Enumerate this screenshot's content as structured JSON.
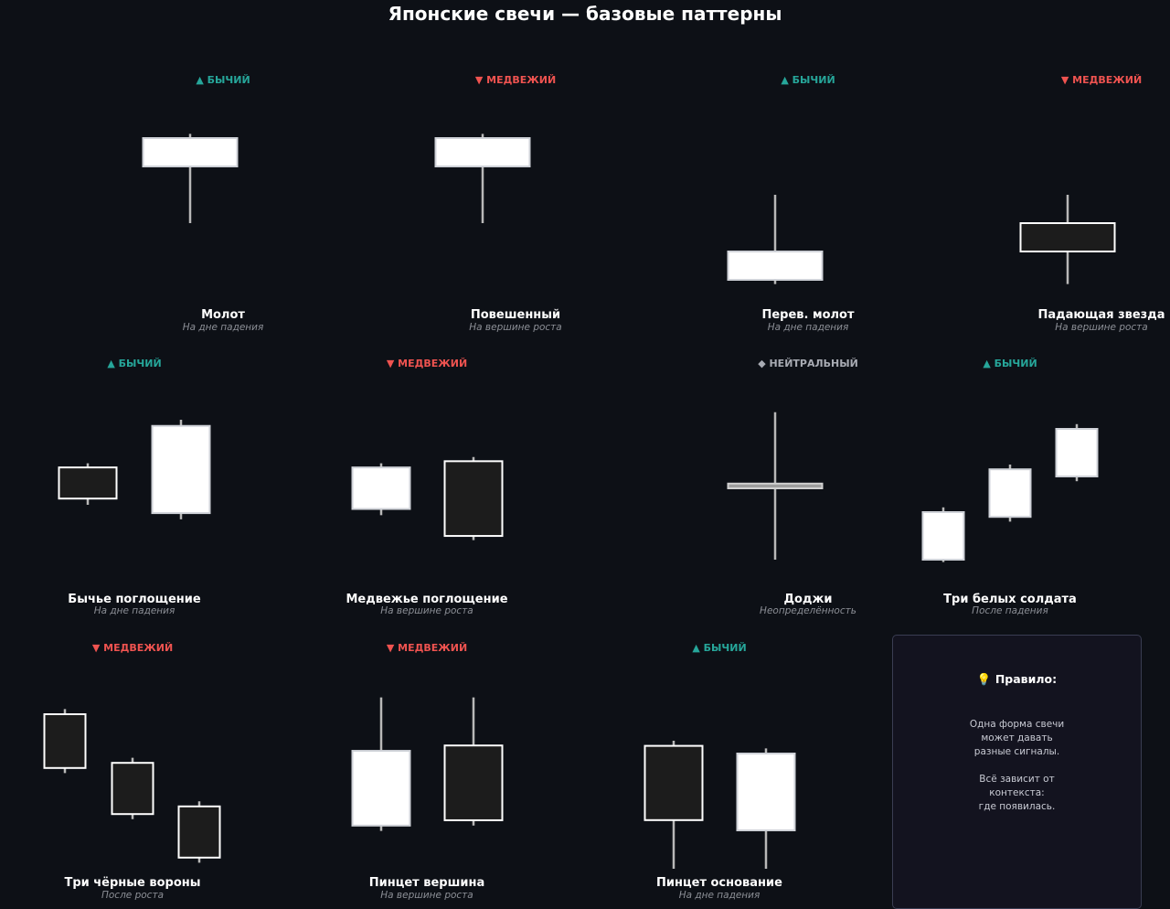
{
  "title": "Японские свечи — базовые паттерны",
  "colors": {
    "background": "#0d1016",
    "bullish": "#26a69a",
    "bearish": "#ef5350",
    "neutral": "#a8abb3",
    "white_candle": "#ffffff",
    "black_candle": "#1c1c1c",
    "doji_body": "#9e9e9e",
    "wick": "#b8b8b8"
  },
  "signals": {
    "bullish": "▲ БЫЧИЙ",
    "bearish": "▼ МЕДВЕЖИЙ",
    "neutral": "◆ НЕЙТРАЛЬНЫЙ"
  },
  "patterns": [
    {
      "id": "hammer",
      "name": "Молот",
      "context": "На дне падения",
      "signal": "bullish",
      "candles": [
        {
          "color": "white",
          "open": 0.8,
          "close": 1.0,
          "high": 1.03,
          "low": 0.4
        }
      ]
    },
    {
      "id": "hanging-man",
      "name": "Повешенный",
      "context": "На вершине роста",
      "signal": "bearish",
      "candles": [
        {
          "color": "white",
          "open": 0.8,
          "close": 1.0,
          "high": 1.03,
          "low": 0.4
        }
      ]
    },
    {
      "id": "inverted-hammer",
      "name": "Перев. молот",
      "context": "На дне падения",
      "signal": "bullish",
      "candles": [
        {
          "color": "white",
          "open": 0.0,
          "close": 0.2,
          "high": 0.6,
          "low": -0.03
        }
      ]
    },
    {
      "id": "shooting-star",
      "name": "Падающая звезда",
      "context": "На вершине роста",
      "signal": "bearish",
      "candles": [
        {
          "color": "black",
          "open": 0.4,
          "close": 0.2,
          "high": 0.6,
          "low": -0.03
        }
      ]
    },
    {
      "id": "bullish-engulfing",
      "name": "Бычье поглощение",
      "context": "На дне падения",
      "signal": "bullish",
      "candles": [
        {
          "color": "black",
          "open": 0.55,
          "close": 0.4,
          "high": 0.57,
          "low": 0.37
        },
        {
          "color": "white",
          "open": 0.33,
          "close": 0.75,
          "high": 0.78,
          "low": 0.3
        }
      ]
    },
    {
      "id": "bearish-engulfing",
      "name": "Медвежье поглощение",
      "context": "На вершине роста",
      "signal": "bearish",
      "candles": [
        {
          "color": "white",
          "open": 0.35,
          "close": 0.55,
          "high": 0.57,
          "low": 0.32
        },
        {
          "color": "black",
          "open": 0.58,
          "close": 0.22,
          "high": 0.6,
          "low": 0.2
        }
      ]
    },
    {
      "id": "doji",
      "name": "Доджи",
      "context": "Неопределённость",
      "signal": "neutral",
      "candles": [
        {
          "color": "doji",
          "open": 0.5,
          "close": 0.52,
          "high": 0.82,
          "low": 0.2
        }
      ]
    },
    {
      "id": "three-white-soldiers",
      "name": "Три белых солдата",
      "context": "После падения",
      "signal": "bullish",
      "candles": [
        {
          "color": "white",
          "open": 0.2,
          "close": 0.4,
          "high": 0.42,
          "low": 0.19
        },
        {
          "color": "white",
          "open": 0.38,
          "close": 0.58,
          "high": 0.6,
          "low": 0.36
        },
        {
          "color": "white",
          "open": 0.55,
          "close": 0.75,
          "high": 0.77,
          "low": 0.53
        }
      ]
    },
    {
      "id": "three-black-crows",
      "name": "Три чёрные вороны",
      "context": "После роста",
      "signal": "bearish",
      "candles": [
        {
          "color": "black",
          "open": 0.8,
          "close": 0.59,
          "high": 0.82,
          "low": 0.57
        },
        {
          "color": "black",
          "open": 0.61,
          "close": 0.41,
          "high": 0.63,
          "low": 0.39
        },
        {
          "color": "black",
          "open": 0.44,
          "close": 0.24,
          "high": 0.46,
          "low": 0.22
        }
      ]
    },
    {
      "id": "tweezer-top",
      "name": "Пинцет вершина",
      "context": "На вершине роста",
      "signal": "bearish",
      "candles": [
        {
          "color": "white",
          "open": 0.35,
          "close": 0.63,
          "high": 0.83,
          "low": 0.33
        },
        {
          "color": "black",
          "open": 0.65,
          "close": 0.37,
          "high": 0.83,
          "low": 0.35
        }
      ]
    },
    {
      "id": "tweezer-bottom",
      "name": "Пинцет основание",
      "context": "На дне падения",
      "signal": "bullish",
      "candles": [
        {
          "color": "black",
          "open": 0.63,
          "close": 0.34,
          "high": 0.65,
          "low": 0.15
        },
        {
          "color": "white",
          "open": 0.3,
          "close": 0.6,
          "high": 0.62,
          "low": 0.15
        }
      ]
    }
  ],
  "rule": {
    "icon": "lightbulb-icon",
    "title": "💡 Правило:",
    "text": "Одна форма свечи\nможет давать\nразные сигналы.\n\nВсё зависит от\nконтекста:\nгде появилась."
  }
}
